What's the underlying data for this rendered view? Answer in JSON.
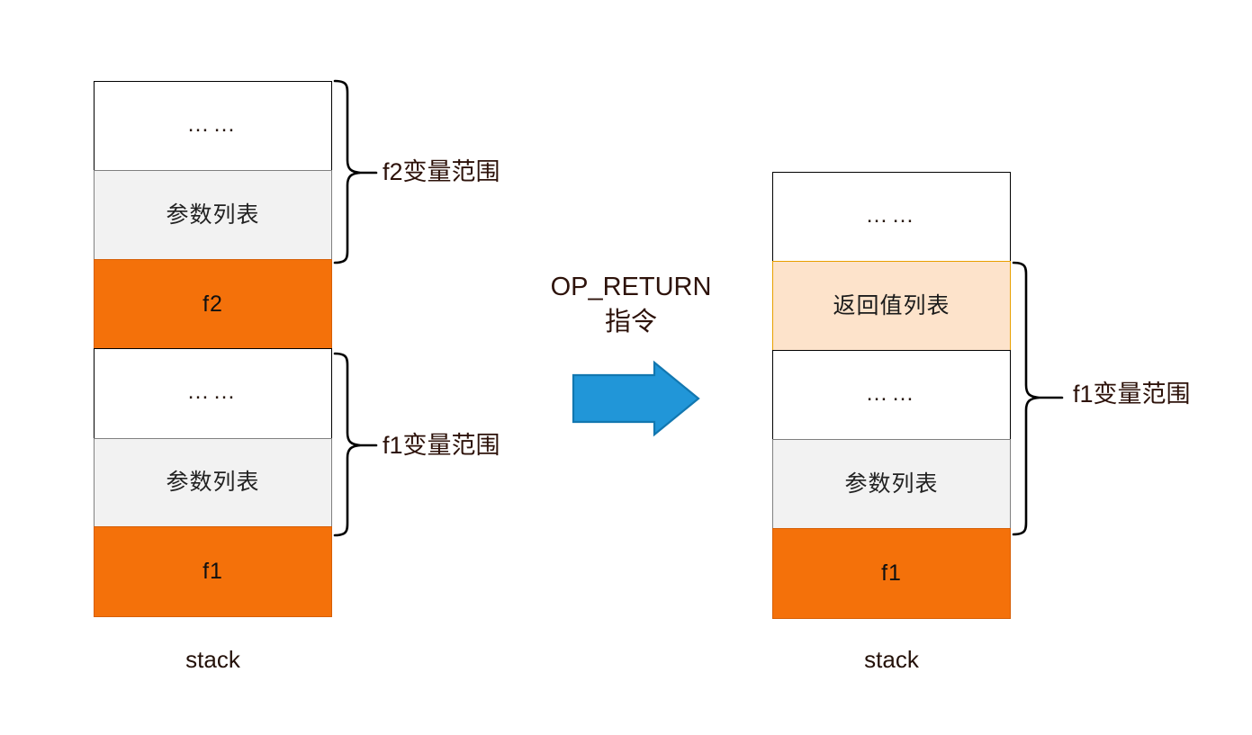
{
  "diagram": {
    "title_text": "OP_RETURN 指令",
    "op_note": "OP_RETURN\n指令",
    "ellipsis": "……",
    "colors": {
      "orange_fill": "#f4710a",
      "orange_border": "#d65f06",
      "gray_fill": "#f2f2f2",
      "gray_border": "#808080",
      "peach_fill": "#fde3cb",
      "peach_border": "#e8a000",
      "white_fill": "#ffffff",
      "black_border": "#000000",
      "arrow_fill": "#2196d8",
      "arrow_border": "#1277b0",
      "label_text": "#2d120a"
    }
  },
  "left_stack": {
    "caption": "stack",
    "cells": [
      {
        "label": "……",
        "kind": "white"
      },
      {
        "label": "参数列表",
        "kind": "gray"
      },
      {
        "label": "f2",
        "kind": "orange"
      },
      {
        "label": "……",
        "kind": "white"
      },
      {
        "label": "参数列表",
        "kind": "gray"
      },
      {
        "label": "f1",
        "kind": "orange"
      }
    ],
    "braces": [
      {
        "label": "f2变量范围"
      },
      {
        "label": "f1变量范围"
      }
    ]
  },
  "right_stack": {
    "caption": "stack",
    "cells": [
      {
        "label": "……",
        "kind": "white"
      },
      {
        "label": "返回值列表",
        "kind": "peach"
      },
      {
        "label": "……",
        "kind": "white"
      },
      {
        "label": "参数列表",
        "kind": "gray"
      },
      {
        "label": "f1",
        "kind": "orange"
      }
    ],
    "braces": [
      {
        "label": "f1变量范围"
      }
    ]
  },
  "arrow": {
    "name": "transition-arrow",
    "direction": "right"
  }
}
